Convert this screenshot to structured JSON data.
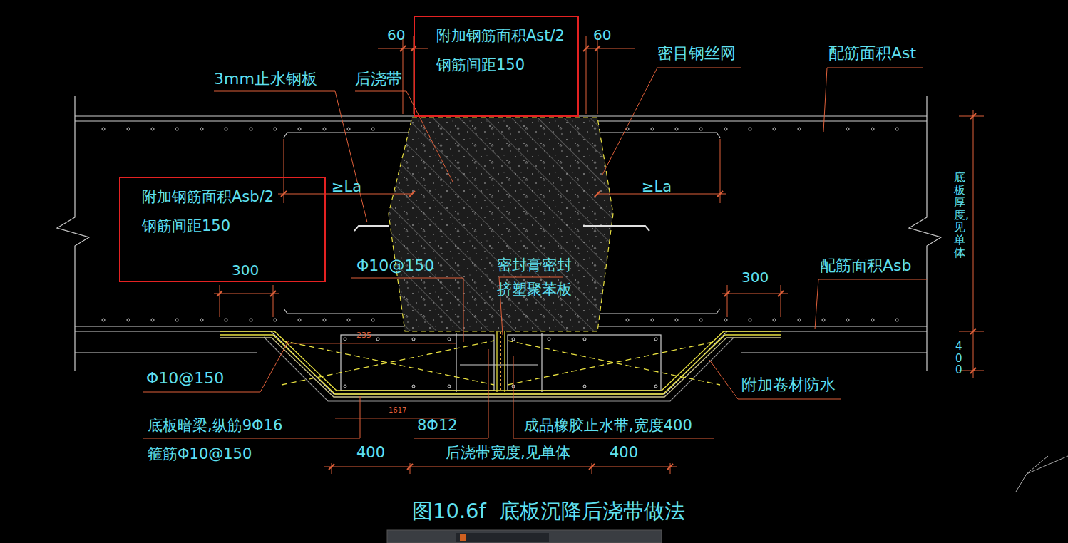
{
  "diagram": {
    "caption": "图10.6f  底板沉降后浇带做法",
    "nodes": [
      {
        "text": [
          "附加钢筋面积Ast/2",
          "钢筋间距150"
        ]
      },
      {
        "text": [
          "附加钢筋面积Asb/2",
          "钢筋间距150"
        ]
      }
    ],
    "labels": [
      "60",
      "60",
      "3mm止水钢板",
      "后浇带",
      "密目钢丝网",
      "配筋面积Ast",
      "≥La",
      "≥La",
      "底板厚度,见单体",
      "300",
      "300",
      "Φ10@150",
      "密封膏密封",
      "挤塑聚苯板",
      "配筋面积Asb",
      "235",
      "400",
      "Φ10@150",
      "附加卷材防水",
      "1617",
      "底板暗梁,纵筋9Φ16",
      "8Φ12",
      "成品橡胶止水带,宽度400",
      "箍筋Φ10@150",
      "400",
      "后浇带宽度,见单体",
      "400"
    ]
  }
}
